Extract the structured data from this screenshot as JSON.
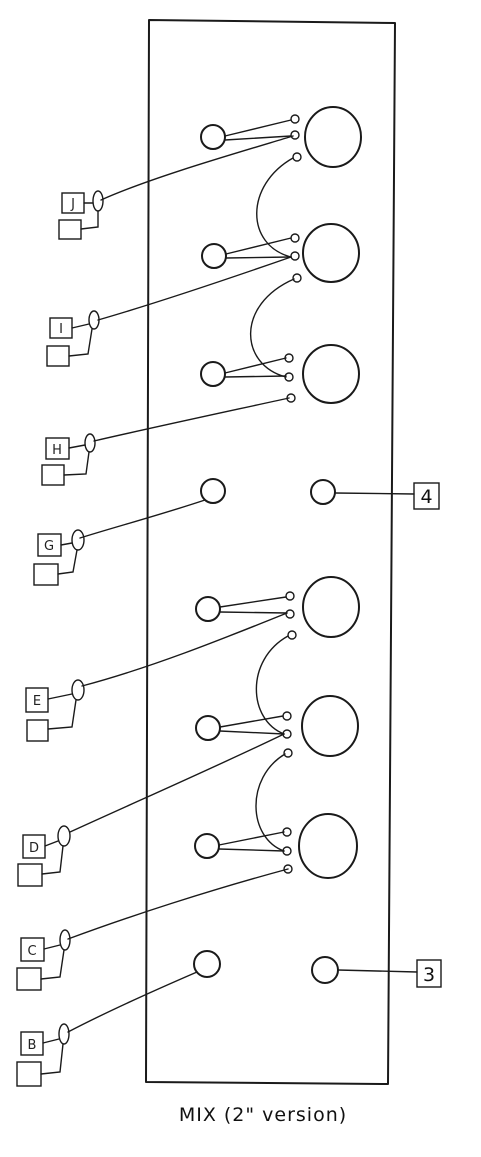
{
  "caption": "MIX (2\" version)",
  "input_labels": [
    "J",
    "I",
    "H",
    "G",
    "E",
    "D",
    "C",
    "B"
  ],
  "output_labels": [
    "4",
    "3"
  ],
  "ink_color": "#1a1a1a"
}
